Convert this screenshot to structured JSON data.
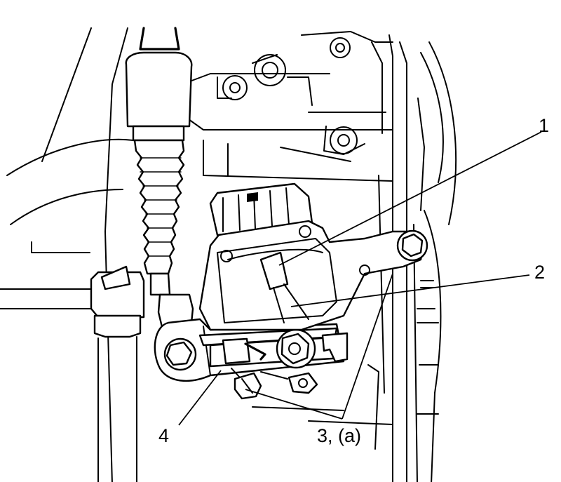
{
  "callouts": {
    "c1": "1",
    "c2": "2",
    "c3": "3, (a)",
    "c4": "4"
  }
}
